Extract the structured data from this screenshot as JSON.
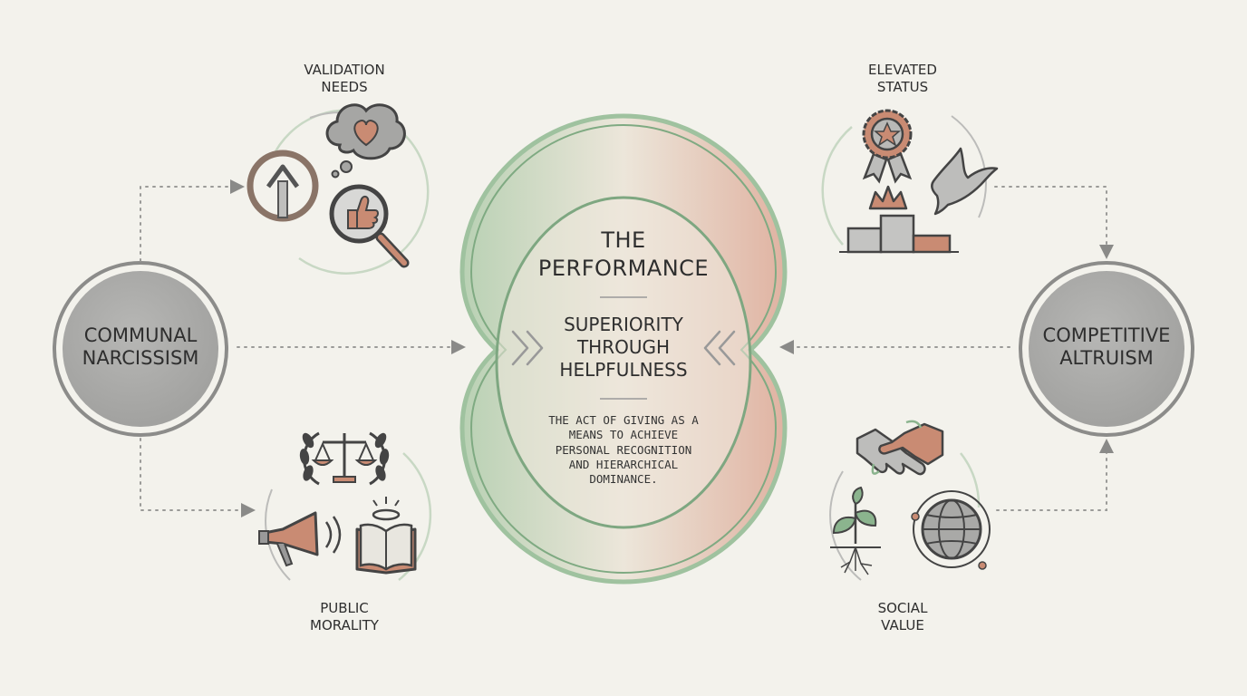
{
  "center": {
    "title_lines": [
      "THE",
      "PERFORMANCE"
    ],
    "subtitle_lines": [
      "SUPERIORITY",
      "THROUGH",
      "HELPFULNESS"
    ],
    "description_lines": [
      "THE ACT OF GIVING AS A",
      "MEANS TO ACHIEVE",
      "PERSONAL RECOGNITION",
      "AND HIERARCHICAL",
      "DOMINANCE."
    ]
  },
  "left_node": {
    "lines": [
      "COMMUNAL",
      "NARCISSISM"
    ]
  },
  "right_node": {
    "lines": [
      "COMPETITIVE",
      "ALTRUISM"
    ]
  },
  "clusters": {
    "validation": {
      "lines": [
        "VALIDATION",
        "NEEDS"
      ],
      "icons": [
        "up-arrow-icon",
        "heart-thought-bubble-icon",
        "thumbs-up-magnifier-icon"
      ]
    },
    "morality": {
      "lines": [
        "PUBLIC",
        "MORALITY"
      ],
      "icons": [
        "scales-laurel-icon",
        "megaphone-icon",
        "haloed-book-icon"
      ]
    },
    "status": {
      "lines": [
        "ELEVATED",
        "STATUS"
      ],
      "icons": [
        "award-ribbon-icon",
        "crown-podium-icon",
        "dove-icon"
      ]
    },
    "social": {
      "lines": [
        "SOCIAL",
        "VALUE"
      ],
      "icons": [
        "handshake-icon",
        "sprout-icon",
        "globe-icon"
      ]
    }
  },
  "colors": {
    "green": "#8bb48e",
    "rose": "#c98b73",
    "gray_node": "#a8a8a6",
    "ring_gray": "#8c8c8a",
    "background": "#f3f2ec"
  }
}
